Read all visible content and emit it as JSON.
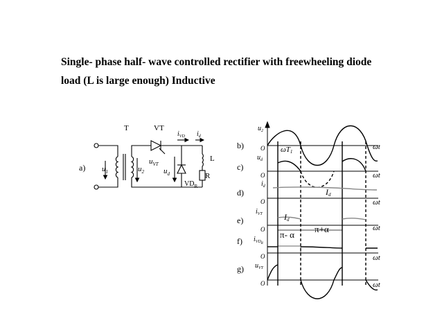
{
  "title": {
    "line1": "Single- phase half- wave controlled rectifier with freewheeling diode",
    "line2": "load (L is large enough) Inductive"
  },
  "circuit": {
    "label_a": "a)",
    "transformer": "T",
    "thyristor": "VT",
    "u1": "u",
    "u1_sub": "1",
    "u2": "u",
    "u2_sub": "2",
    "uvt": "u",
    "uvt_sub": "VT",
    "ud": "u",
    "ud_sub": "d",
    "ivd": "i",
    "ivd_sub": "VD",
    "id": "i",
    "id_sub": "d",
    "inductor": "L",
    "resistor": "R",
    "diode": "VD",
    "diode_sub": "R"
  },
  "waveforms": {
    "panel_b": "b)",
    "panel_c": "c)",
    "panel_d": "d)",
    "panel_e": "e)",
    "panel_f": "f)",
    "panel_g": "g)",
    "u2_axis": "u",
    "u2_axis_sub": "2",
    "ud_axis": "u",
    "ud_axis_sub": "d",
    "id_axis": "i",
    "id_axis_sub": "d",
    "ivt_axis": "i",
    "ivt_axis_sub": "VT",
    "ivdr_axis": "i",
    "ivdr_axis_sub": "VD",
    "ivdr_axis_subsub": "R",
    "uvt_axis": "u",
    "uvt_axis_sub": "VT",
    "origin": "O",
    "omega_t": "ωt",
    "omega_t1": "ωT",
    "omega_t1_sub": "1",
    "Id": "I",
    "Id_sub": "d",
    "pi_minus_alpha": "π- α",
    "pi_plus_alpha": "π+α"
  }
}
